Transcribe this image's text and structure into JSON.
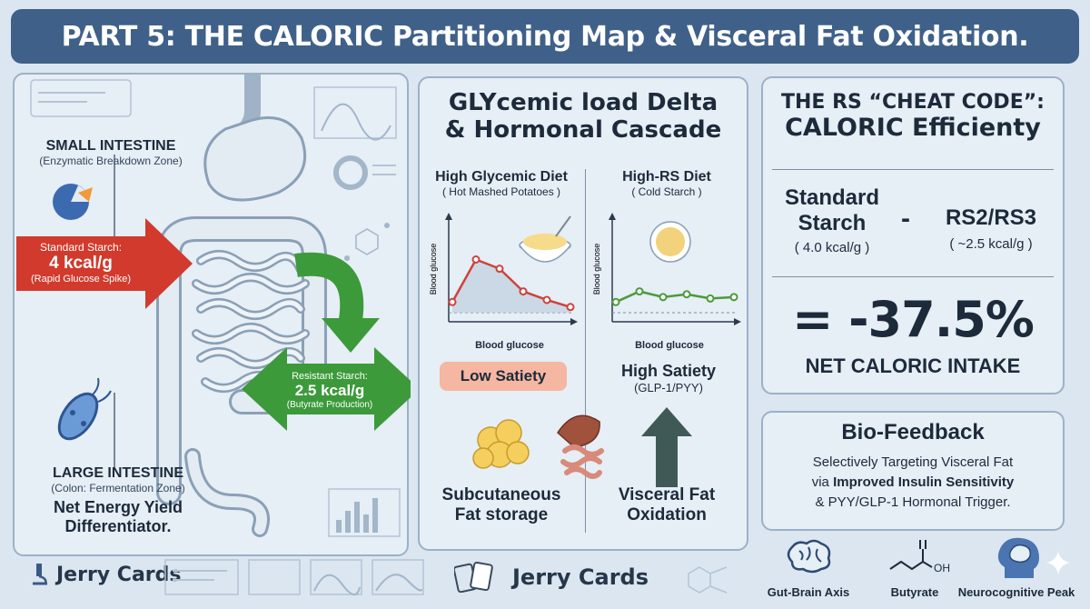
{
  "header": {
    "title": "PART 5: THE CALORIC Partitioning Map & Visceral Fat Oxidation."
  },
  "left": {
    "small_intestine": {
      "title": "SMALL INTESTINE",
      "subtitle": "(Enzymatic Breakdown Zone)"
    },
    "standard_arrow": {
      "title": "Standard Starch:",
      "value": "4 kcal/g",
      "note": "(Rapid Glucose Spike)"
    },
    "resistant_arrow": {
      "title": "Resistant Starch:",
      "value": "2.5 kcal/g",
      "note": "(Butyrate Production)"
    },
    "large_intestine": {
      "title": "LARGE INTESTINE",
      "subtitle": "(Colon: Fermentation Zone)",
      "yield_line1": "Net Energy Yield",
      "yield_line2": "Differentiator."
    }
  },
  "middle": {
    "title_line1": "GLYcemic load Delta",
    "title_line2": "& Hormonal Cascade",
    "high_gi": {
      "title": "High Glycemic Diet",
      "subtitle": "( Hot Mashed Potatoes )",
      "axis_x": "Blood glucose",
      "axis_y": "Blood glucose",
      "badge": "Low Satiety"
    },
    "high_rs": {
      "title": "High-RS Diet",
      "subtitle": "( Cold Starch )",
      "axis_x": "Blood glucose",
      "axis_y": "Blood glucose",
      "satiety": "High Satiety",
      "hormones": "(GLP-1/PYY)"
    },
    "subcutaneous_line1": "Subcutaneous",
    "subcutaneous_line2": "Fat storage",
    "visceral_line1": "Visceral Fat",
    "visceral_line2": "Oxidation"
  },
  "right": {
    "title_line1": "THE RS “CHEAT CODE”:",
    "title_line2": "CALORIC Efficienty",
    "standard_line1": "Standard",
    "standard_line2": "Starch",
    "standard_kcal": "( 4.0 kcal/g )",
    "minus": "-",
    "rs_label": "RS2/RS3",
    "rs_kcal": "( ~2.5 kcal/g )",
    "result": "= -37.5%",
    "result_caption": "NET CALORIC INTAKE"
  },
  "biofeedback": {
    "title": "Bio-Feedback",
    "line1": "Selectively Targeting Visceral Fat",
    "line2_prefix": "via ",
    "line2_bold": "Improved Insulin Sensitivity",
    "line3": "& PYY/GLP-1 Hormonal Trigger."
  },
  "footer": {
    "brand_left": "Jerry Cards",
    "brand_center": "Jerry Cards",
    "icons": [
      {
        "label": "Gut-Brain Axis",
        "icon": "brain-icon"
      },
      {
        "label": "Butyrate",
        "icon": "butyrate-molecule-icon"
      },
      {
        "label": "Neurocognitive Peak",
        "icon": "head-brain-icon"
      }
    ],
    "oh_label": "OH"
  },
  "charts": [
    {
      "id": "high-gi-curve",
      "type": "line",
      "x": [
        0,
        1,
        2,
        3,
        4,
        5
      ],
      "y": [
        0.15,
        0.75,
        0.62,
        0.3,
        0.18,
        0.08
      ],
      "ylim": [
        0,
        1
      ],
      "color": "#d0413a"
    },
    {
      "id": "high-rs-curve",
      "type": "line",
      "x": [
        0,
        1,
        2,
        3,
        4,
        5
      ],
      "y": [
        0.15,
        0.3,
        0.22,
        0.26,
        0.2,
        0.22
      ],
      "ylim": [
        0,
        1
      ],
      "color": "#4c9a3c"
    }
  ],
  "colors": {
    "banner": "#3f6189",
    "red_arrow": "#d13a2c",
    "green_arrow": "#3c9a3a",
    "low_satiety_bg": "#f5b7a2",
    "up_arrow": "#3f5a56"
  }
}
